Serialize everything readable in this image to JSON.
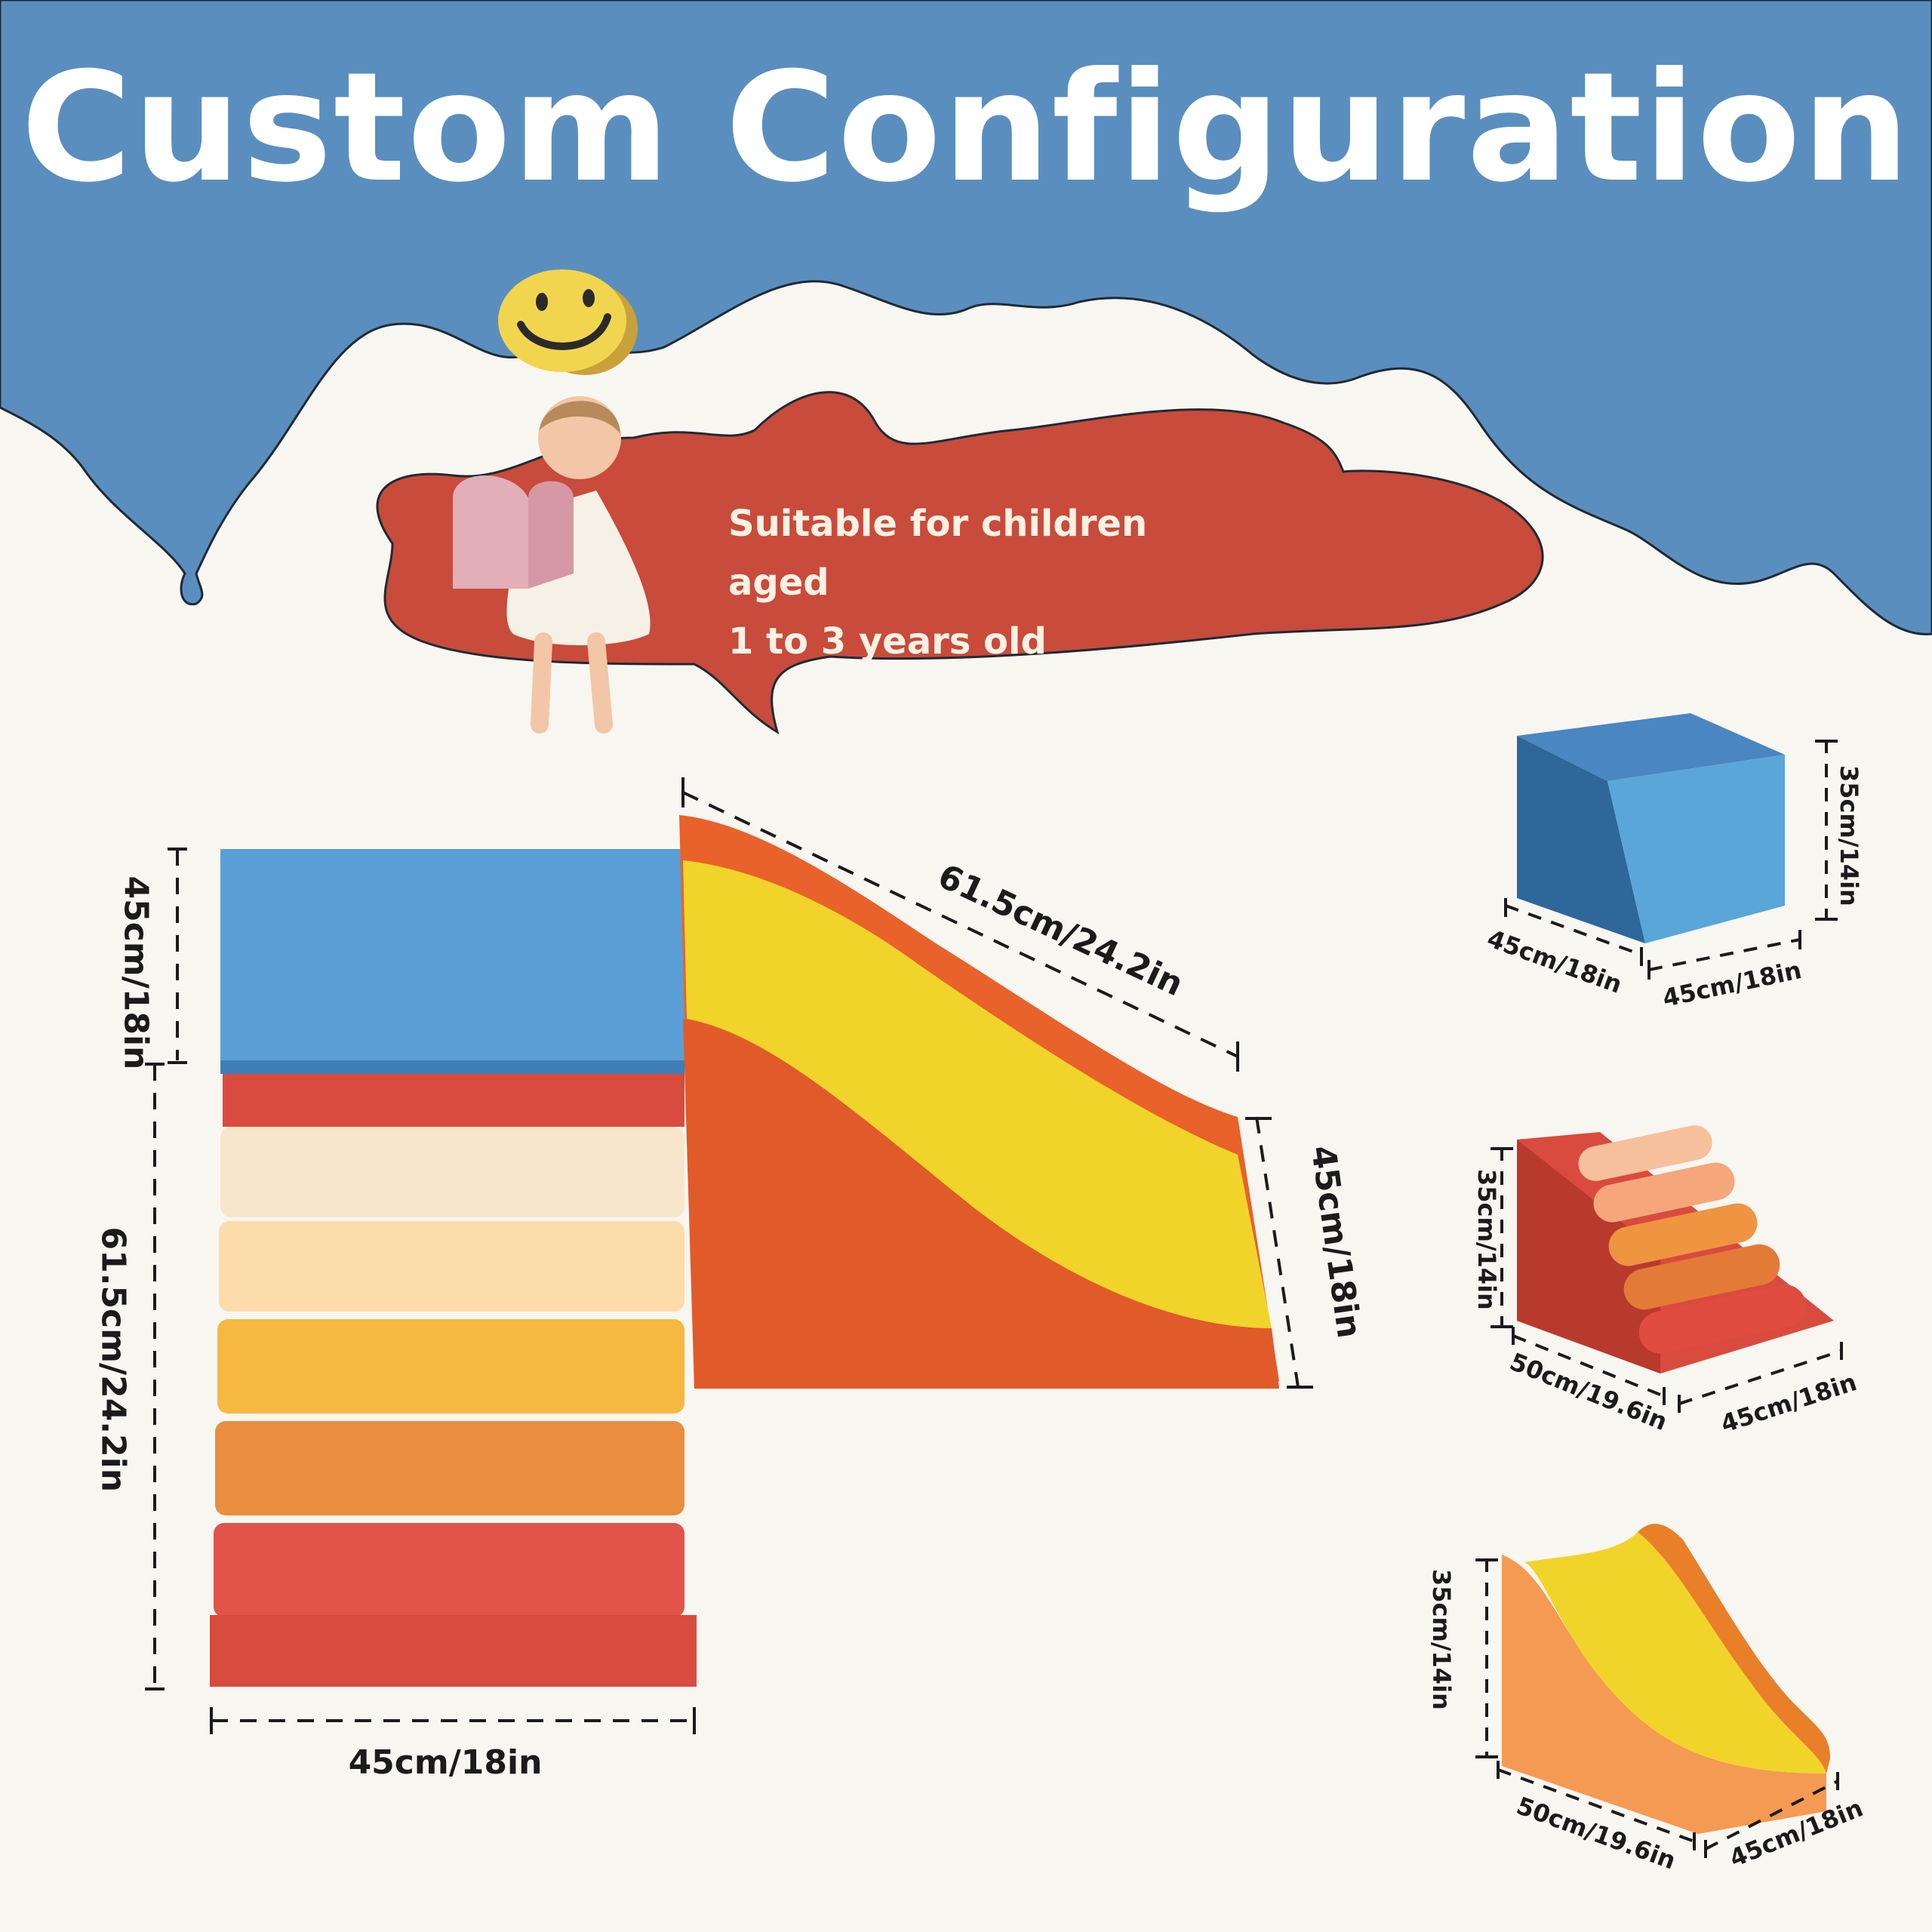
{
  "title": "Custom Configuration",
  "age_bubble": {
    "line1": "Suitable for children aged",
    "line2": "1 to 3 years old"
  },
  "colors": {
    "sky_blue": "#5a8ebf",
    "bubble_red": "#c84b3b",
    "background": "#f8f6f1",
    "block_blue": "#5a9fd6",
    "slide_yellow": "#f1d42a",
    "slide_orange": "#e9612b"
  },
  "icons": [
    "smiley-face-icon",
    "child-with-arch-block-icon"
  ],
  "main_set": {
    "top_block_height": "45cm/18in",
    "stair_height": "61.5cm/24.2in",
    "base_width": "45cm/18in",
    "slide_length": "61.5cm/24.2in",
    "slide_width": "45cm/18in"
  },
  "pieces": {
    "cube": {
      "height": "35cm/14in",
      "depth": "45cm/18in",
      "width": "45cm/18in"
    },
    "stairs": {
      "height": "35cm/14in",
      "depth": "50cm/19.6in",
      "width": "45cm/18in"
    },
    "slide": {
      "height": "35cm/14in",
      "depth": "50cm/19.6in",
      "width": "45cm/18in"
    }
  }
}
